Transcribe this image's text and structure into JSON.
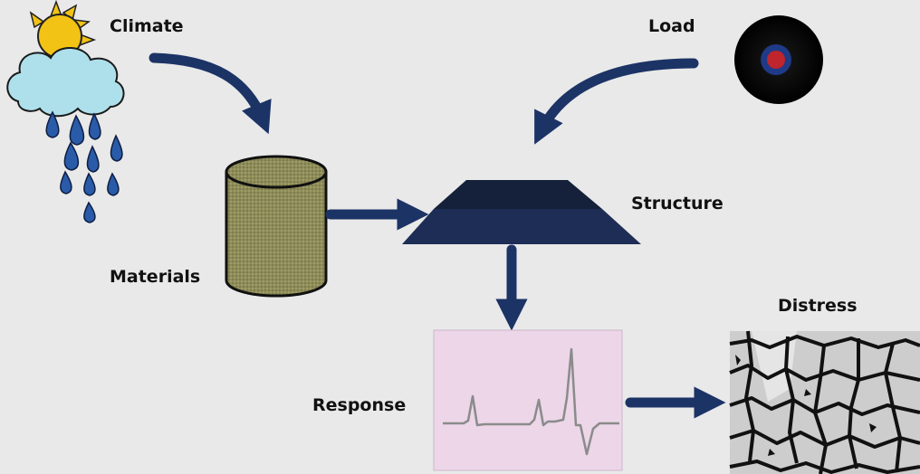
{
  "labels": {
    "climate": "Climate",
    "load": "Load",
    "structure": "Structure",
    "materials": "Materials",
    "distress": "Distress",
    "response": "Response"
  },
  "colors": {
    "background": "#e9e9e9",
    "arrow": "#1c3366",
    "structure_top": "#15203a",
    "structure_bottom": "#1d2d55",
    "cylinder": "#8e8c58",
    "response_panel": "#ecd6e8",
    "trace": "#8b8b8b",
    "sun": "#f2c315",
    "cloud": "#aee0ec",
    "rain": "#2a5ba8",
    "wheel": "#0b0b0b",
    "wheel_center": "#c0242c"
  },
  "icons": [
    "sun-icon",
    "rain-cloud-icon",
    "tire-icon",
    "cylinder-icon",
    "cracked-pavement-icon"
  ]
}
